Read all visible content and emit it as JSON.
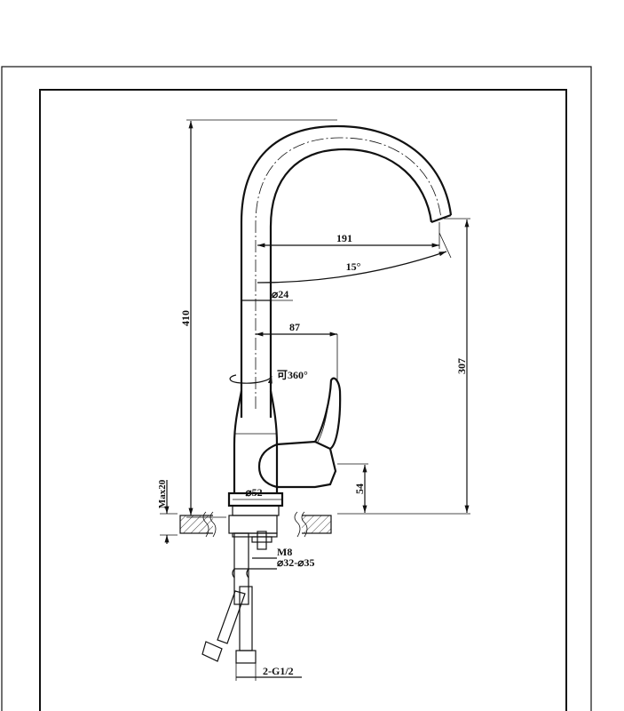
{
  "drawing": {
    "subject": "single-lever kitchen faucet, technical drawing",
    "colors": {
      "line": "#111111",
      "background": "#ffffff"
    },
    "dimensions": {
      "total_height": "410",
      "spout_reach": "191",
      "spout_angle": "15°",
      "spout_diameter": "⌀24",
      "handle_offset": "87",
      "rotation": "可360°",
      "outlet_height": "307",
      "body_diameter": "⌀52",
      "handle_height": "54",
      "max_deck": "Max20",
      "stud_thread": "M8",
      "hole_range": "⌀32-⌀35",
      "hose_thread": "2-G1/2"
    }
  }
}
